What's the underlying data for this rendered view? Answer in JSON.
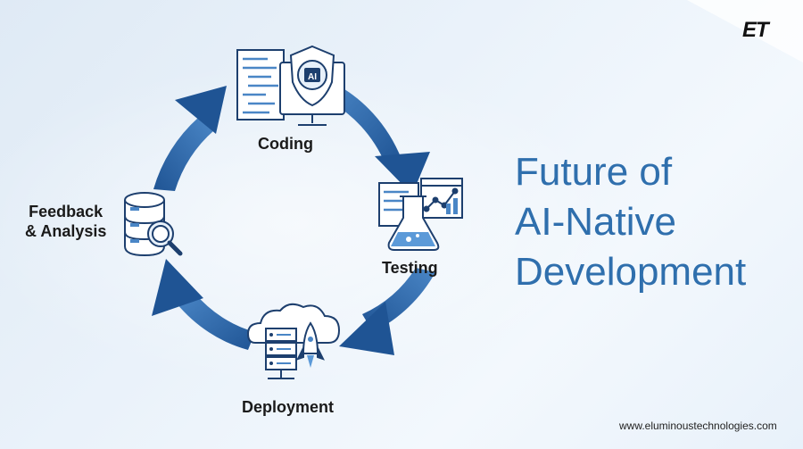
{
  "brand": {
    "logo_text": "ET"
  },
  "title": {
    "line1": "Future of",
    "line2": "AI-Native",
    "line3": "Development"
  },
  "cycle": {
    "stages": [
      {
        "label": "Coding"
      },
      {
        "label": "Testing"
      },
      {
        "label": "Deployment"
      },
      {
        "label_line1": "Feedback",
        "label_line2": "& Analysis"
      }
    ]
  },
  "icons": {
    "ai_chip_text": "AI"
  },
  "footer": {
    "url": "www.eluminoustechnologies.com"
  },
  "colors": {
    "arrow_dark": "#1f5494",
    "arrow_light": "#4a86c6",
    "title": "#2f6fad",
    "icon_stroke": "#1d3f6e"
  }
}
